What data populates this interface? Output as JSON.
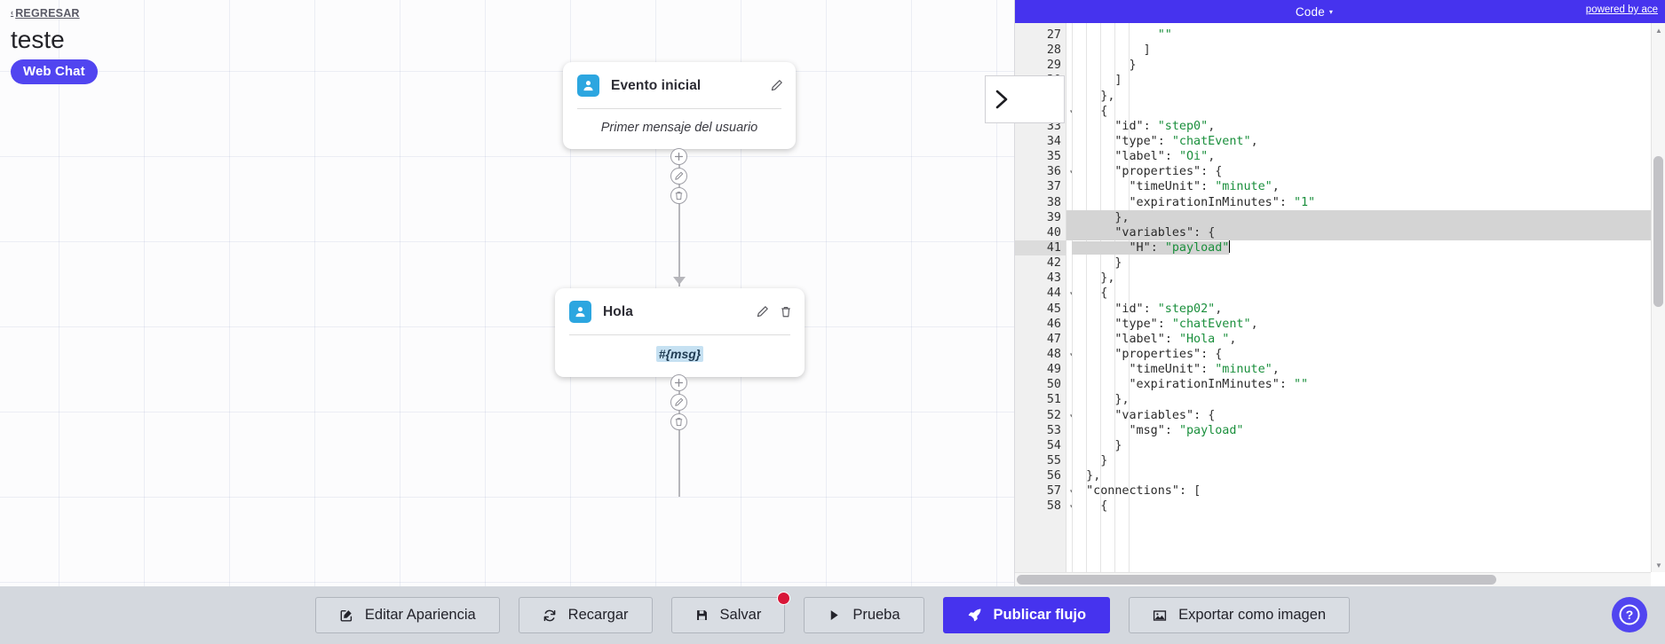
{
  "header": {
    "back_label": "REGRESAR",
    "back_chevron": "‹",
    "flow_title": "teste",
    "channel_badge": "Web Chat"
  },
  "canvas": {
    "nodes": [
      {
        "id": "step0",
        "avatar_icon": "user-avatar-icon",
        "title": "Evento inicial",
        "body_text": "Primer mensaje del usuario",
        "body_kind": "placeholder",
        "edit_icon": "pencil-icon",
        "has_delete": false
      },
      {
        "id": "step02",
        "avatar_icon": "user-avatar-icon",
        "title": "Hola",
        "body_text": "#{msg}",
        "body_kind": "variable",
        "edit_icon": "pencil-icon",
        "has_delete": true,
        "delete_icon": "trash-icon"
      }
    ],
    "connector_tools": [
      {
        "add": "plus-icon",
        "edit": "pencil-icon",
        "delete": "trash-icon"
      },
      {
        "add": "plus-icon",
        "edit": "pencil-icon",
        "delete": "trash-icon"
      }
    ],
    "panel_handle_icon": "chevron-right-icon"
  },
  "code_panel": {
    "title": "Code",
    "caret": "▾",
    "powered_by": "powered by ace",
    "first_line_number": 27,
    "active_line": 41,
    "fold_lines": [
      32,
      36,
      40,
      44,
      48,
      52,
      57,
      58
    ],
    "selected_lines": [
      39,
      40
    ],
    "lines": [
      {
        "n": 27,
        "text": "            \"\""
      },
      {
        "n": 28,
        "text": "          ]"
      },
      {
        "n": 29,
        "text": "        }"
      },
      {
        "n": 30,
        "text": "      ]"
      },
      {
        "n": 31,
        "text": "    },"
      },
      {
        "n": 32,
        "text": "    {"
      },
      {
        "n": 33,
        "text": "      \"id\": \"step0\","
      },
      {
        "n": 34,
        "text": "      \"type\": \"chatEvent\","
      },
      {
        "n": 35,
        "text": "      \"label\": \"Oi\","
      },
      {
        "n": 36,
        "text": "      \"properties\": {"
      },
      {
        "n": 37,
        "text": "        \"timeUnit\": \"minute\","
      },
      {
        "n": 38,
        "text": "        \"expirationInMinutes\": \"1\""
      },
      {
        "n": 39,
        "text": "      },"
      },
      {
        "n": 40,
        "text": "      \"variables\": {"
      },
      {
        "n": 41,
        "text": "        \"H\": \"payload\""
      },
      {
        "n": 42,
        "text": "      }"
      },
      {
        "n": 43,
        "text": "    },"
      },
      {
        "n": 44,
        "text": "    {"
      },
      {
        "n": 45,
        "text": "      \"id\": \"step02\","
      },
      {
        "n": 46,
        "text": "      \"type\": \"chatEvent\","
      },
      {
        "n": 47,
        "text": "      \"label\": \"Hola \","
      },
      {
        "n": 48,
        "text": "      \"properties\": {"
      },
      {
        "n": 49,
        "text": "        \"timeUnit\": \"minute\","
      },
      {
        "n": 50,
        "text": "        \"expirationInMinutes\": \"\""
      },
      {
        "n": 51,
        "text": "      },"
      },
      {
        "n": 52,
        "text": "      \"variables\": {"
      },
      {
        "n": 53,
        "text": "        \"msg\": \"payload\""
      },
      {
        "n": 54,
        "text": "      }"
      },
      {
        "n": 55,
        "text": "    }"
      },
      {
        "n": 56,
        "text": "  },"
      },
      {
        "n": 57,
        "text": "  \"connections\": ["
      },
      {
        "n": 58,
        "text": "    {"
      }
    ]
  },
  "toolbar": {
    "buttons": [
      {
        "label": "Editar Apariencia",
        "icon": "edit-square-icon",
        "primary": false,
        "badge": false
      },
      {
        "label": "Recargar",
        "icon": "refresh-icon",
        "primary": false,
        "badge": false
      },
      {
        "label": "Salvar",
        "icon": "save-disk-icon",
        "primary": false,
        "badge": true
      },
      {
        "label": "Prueba",
        "icon": "play-icon",
        "primary": false,
        "badge": false
      },
      {
        "label": "Publicar flujo",
        "icon": "rocket-icon",
        "primary": true,
        "badge": false
      },
      {
        "label": "Exportar como imagen",
        "icon": "image-icon",
        "primary": false,
        "badge": false
      }
    ],
    "help_icon": "question-circle-icon",
    "help_label": "?"
  },
  "colors": {
    "brand_purple": "#4633ee",
    "badge_purple": "#5145f0",
    "avatar_blue": "#2ca6e0",
    "toolbar_bg": "#d4d8de",
    "alert_red": "#d81638",
    "string_green": "#1a8f3c",
    "chip_blue": "#c6e1f2"
  }
}
